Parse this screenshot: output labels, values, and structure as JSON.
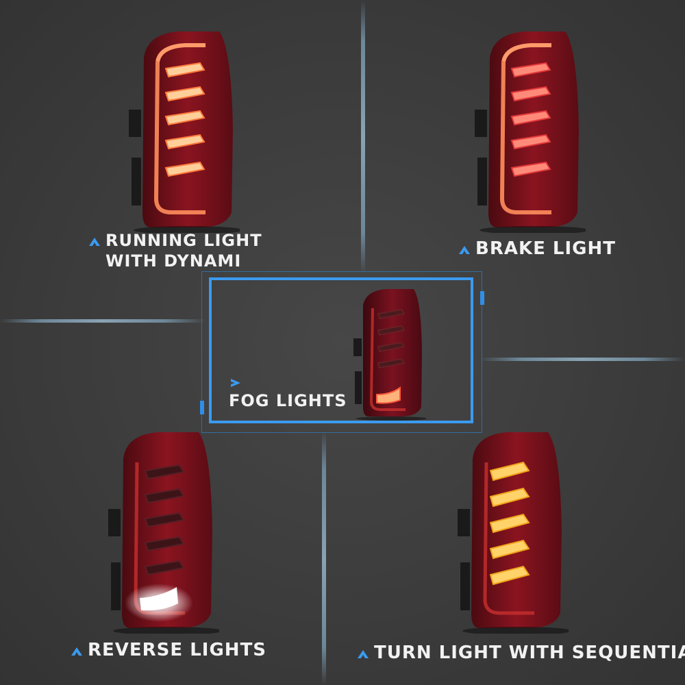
{
  "labels": {
    "running": {
      "line1": "RUNNING LIGHT",
      "line2": "WITH DYNAMI"
    },
    "brake": "BRAKE LIGHT",
    "fog": "FOG LIGHTS",
    "reverse": "REVERSE LIGHTS",
    "turn": "TURN LIGHT WITH SEQUENTIA"
  },
  "colors": {
    "accent": "#3b9bf0",
    "lamp_red": "#9c1421",
    "amber": "#f2b022",
    "white_glow": "#ffffff"
  },
  "icons": {
    "label_marker": "chevron-up-icon",
    "fog_marker": "chevron-right-icon"
  }
}
